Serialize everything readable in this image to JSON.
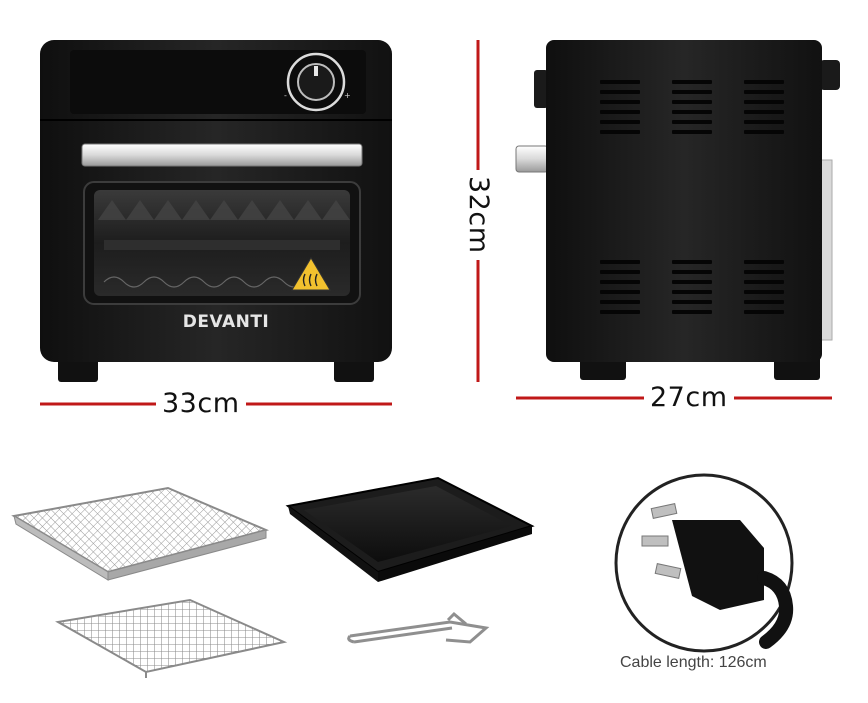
{
  "brand": "DEVANTI",
  "dimensions": {
    "width_label": "33cm",
    "height_label": "32cm",
    "depth_label": "27cm"
  },
  "accessories": {
    "cable_caption": "Cable length: 126cm"
  },
  "colors": {
    "dimension_line": "#c01818",
    "oven_body": "#1a1a1a",
    "warning_label": "#f2c12e"
  }
}
